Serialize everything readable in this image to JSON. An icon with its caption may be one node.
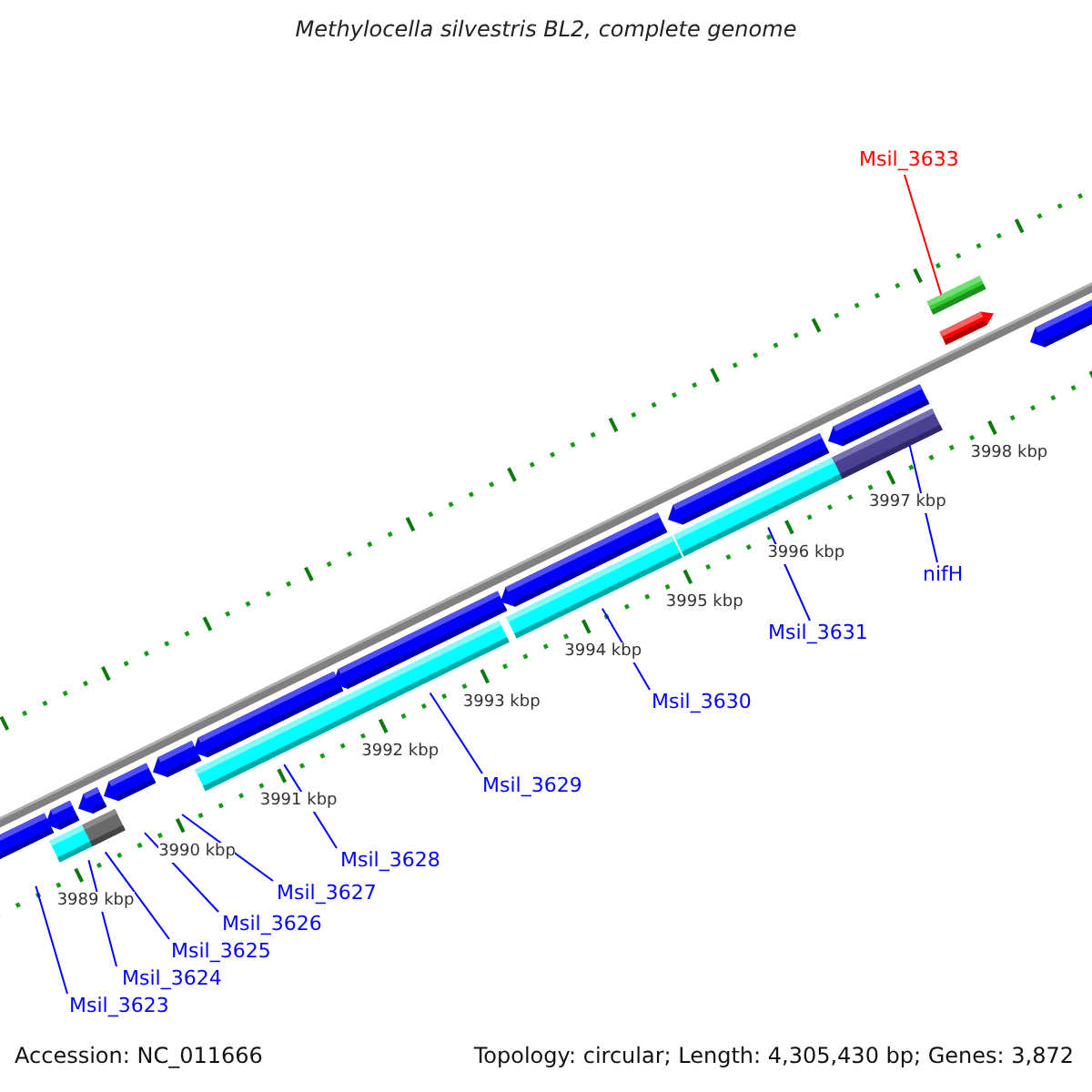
{
  "diagram": {
    "title": "Methylocella silvestris BL2, complete genome",
    "nodes": [
      {
        "text": [
          "Msil_3633"
        ]
      },
      {
        "text": [],
        "shape": "bar"
      },
      {
        "text": [
          "nifH"
        ]
      },
      {
        "text": [],
        "shape": "bar"
      },
      {
        "text": [
          "Msil_3631"
        ]
      },
      {
        "text": [
          "Msil_3630"
        ]
      },
      {
        "text": [
          "Msil_3629"
        ]
      },
      {
        "text": [
          "Msil_3628"
        ]
      },
      {
        "text": [
          "Msil_3627"
        ]
      },
      {
        "text": [
          "Msil_3626"
        ]
      },
      {
        "text": [
          "Msil_3625"
        ]
      },
      {
        "text": [
          "Msil_3624"
        ]
      },
      {
        "text": [
          "Msil_3623"
        ]
      }
    ],
    "edges": [
      {
        "from": 0,
        "to": 1,
        "arrow": "none",
        "color": "#ff0000"
      },
      {
        "from": 2,
        "to": 3,
        "arrow": "none"
      },
      {
        "from": 4,
        "to": null,
        "arrow": "none"
      },
      {
        "from": 5,
        "to": null,
        "arrow": "none"
      },
      {
        "from": 6,
        "to": null,
        "arrow": "none"
      },
      {
        "from": 7,
        "to": null,
        "arrow": "none"
      },
      {
        "from": 8,
        "to": null,
        "arrow": "none"
      },
      {
        "from": 9,
        "to": null,
        "arrow": "none"
      },
      {
        "from": 10,
        "to": null,
        "arrow": "none"
      },
      {
        "from": 11,
        "to": null,
        "arrow": "none"
      },
      {
        "from": 12,
        "to": null,
        "arrow": "none"
      }
    ],
    "labels": [
      "3998 kbp",
      "3997 kbp",
      "3996 kbp",
      "3995 kbp",
      "3994 kbp",
      "3993 kbp",
      "3992 kbp",
      "3991 kbp",
      "3990 kbp",
      "3989 kbp",
      "Accession: NC_011666",
      "Topology: circular; Length: 4,305,430 bp; Genes: 3,872"
    ]
  }
}
